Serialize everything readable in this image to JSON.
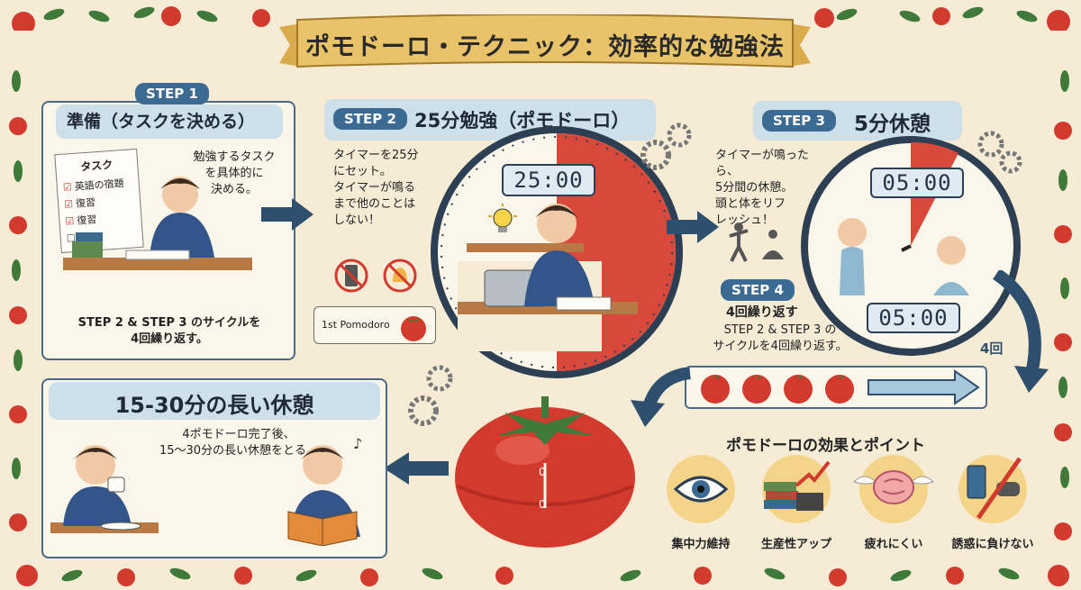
{
  "banner": {
    "title": "ポモドーロ・テクニック：効率的な勉強法"
  },
  "step1": {
    "pill": "STEP 1",
    "title": "準備（タスクを決める）",
    "list_header": "タスク",
    "list_items": [
      "英語の宿題",
      "復習",
      "復習",
      "…"
    ],
    "desc": "勉強するタスク\nを具体的に\n決める。",
    "footer": "STEP 2 & STEP 3 のサイクルを\n4回繰り返す。"
  },
  "step2": {
    "pill": "STEP 2",
    "title": "25分勉強（ポモドーロ）",
    "desc": "タイマーを25分\nにセット。\nタイマーが鳴る\nまで他のことは\nしない！",
    "timer": "25:00",
    "pomodoro_label": "1st Pomodoro"
  },
  "step3": {
    "pill": "STEP 3",
    "title": "5分休憩",
    "desc": "タイマーが鳴ったら、\n5分間の休憩。\n頭と体をリフ\nレッシュ！",
    "timer_top": "05:00",
    "timer_bottom": "05:00"
  },
  "step4": {
    "pill": "STEP 4",
    "title": "4回繰り返す",
    "desc": "STEP 2 & STEP 3 の\nサイクルを4回繰り返す。",
    "count": "4回"
  },
  "long_break": {
    "title": "15-30分の長い休憩",
    "desc": "4ポモドーロ完了後、\n15〜30分の長い休憩をとる。"
  },
  "effects": {
    "title": "ポモドーロの効果とポイント",
    "items": [
      {
        "icon": "eye-icon",
        "label": "集中力維持"
      },
      {
        "icon": "books-laptop-icon",
        "label": "生産性アップ"
      },
      {
        "icon": "winged-brain-icon",
        "label": "疲れにくい"
      },
      {
        "icon": "no-phone-icon",
        "label": "誘惑に負けない"
      }
    ]
  },
  "colors": {
    "background": "#f6ecd6",
    "accent_blue": "#3b6a92",
    "tomato_red": "#d23a2e",
    "leaf_green": "#3f7a3a",
    "banner_gold": "#e9c36a"
  }
}
